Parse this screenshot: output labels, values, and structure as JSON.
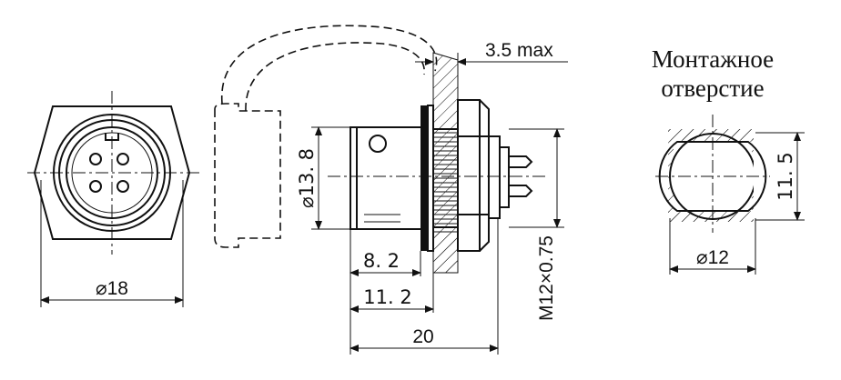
{
  "mounting_hole_title": [
    "Монтажное",
    "отверстие"
  ],
  "dimensions": {
    "front_diameter": "⌀18",
    "body_diameter": "⌀13. 8",
    "panel_max": "3.5 max",
    "len_8_2": "8. 2",
    "len_11_2": "11. 2",
    "len_20": "20",
    "thread": "M12×0.75",
    "hole_diameter": "⌀12",
    "hole_flat": "11. 5"
  }
}
